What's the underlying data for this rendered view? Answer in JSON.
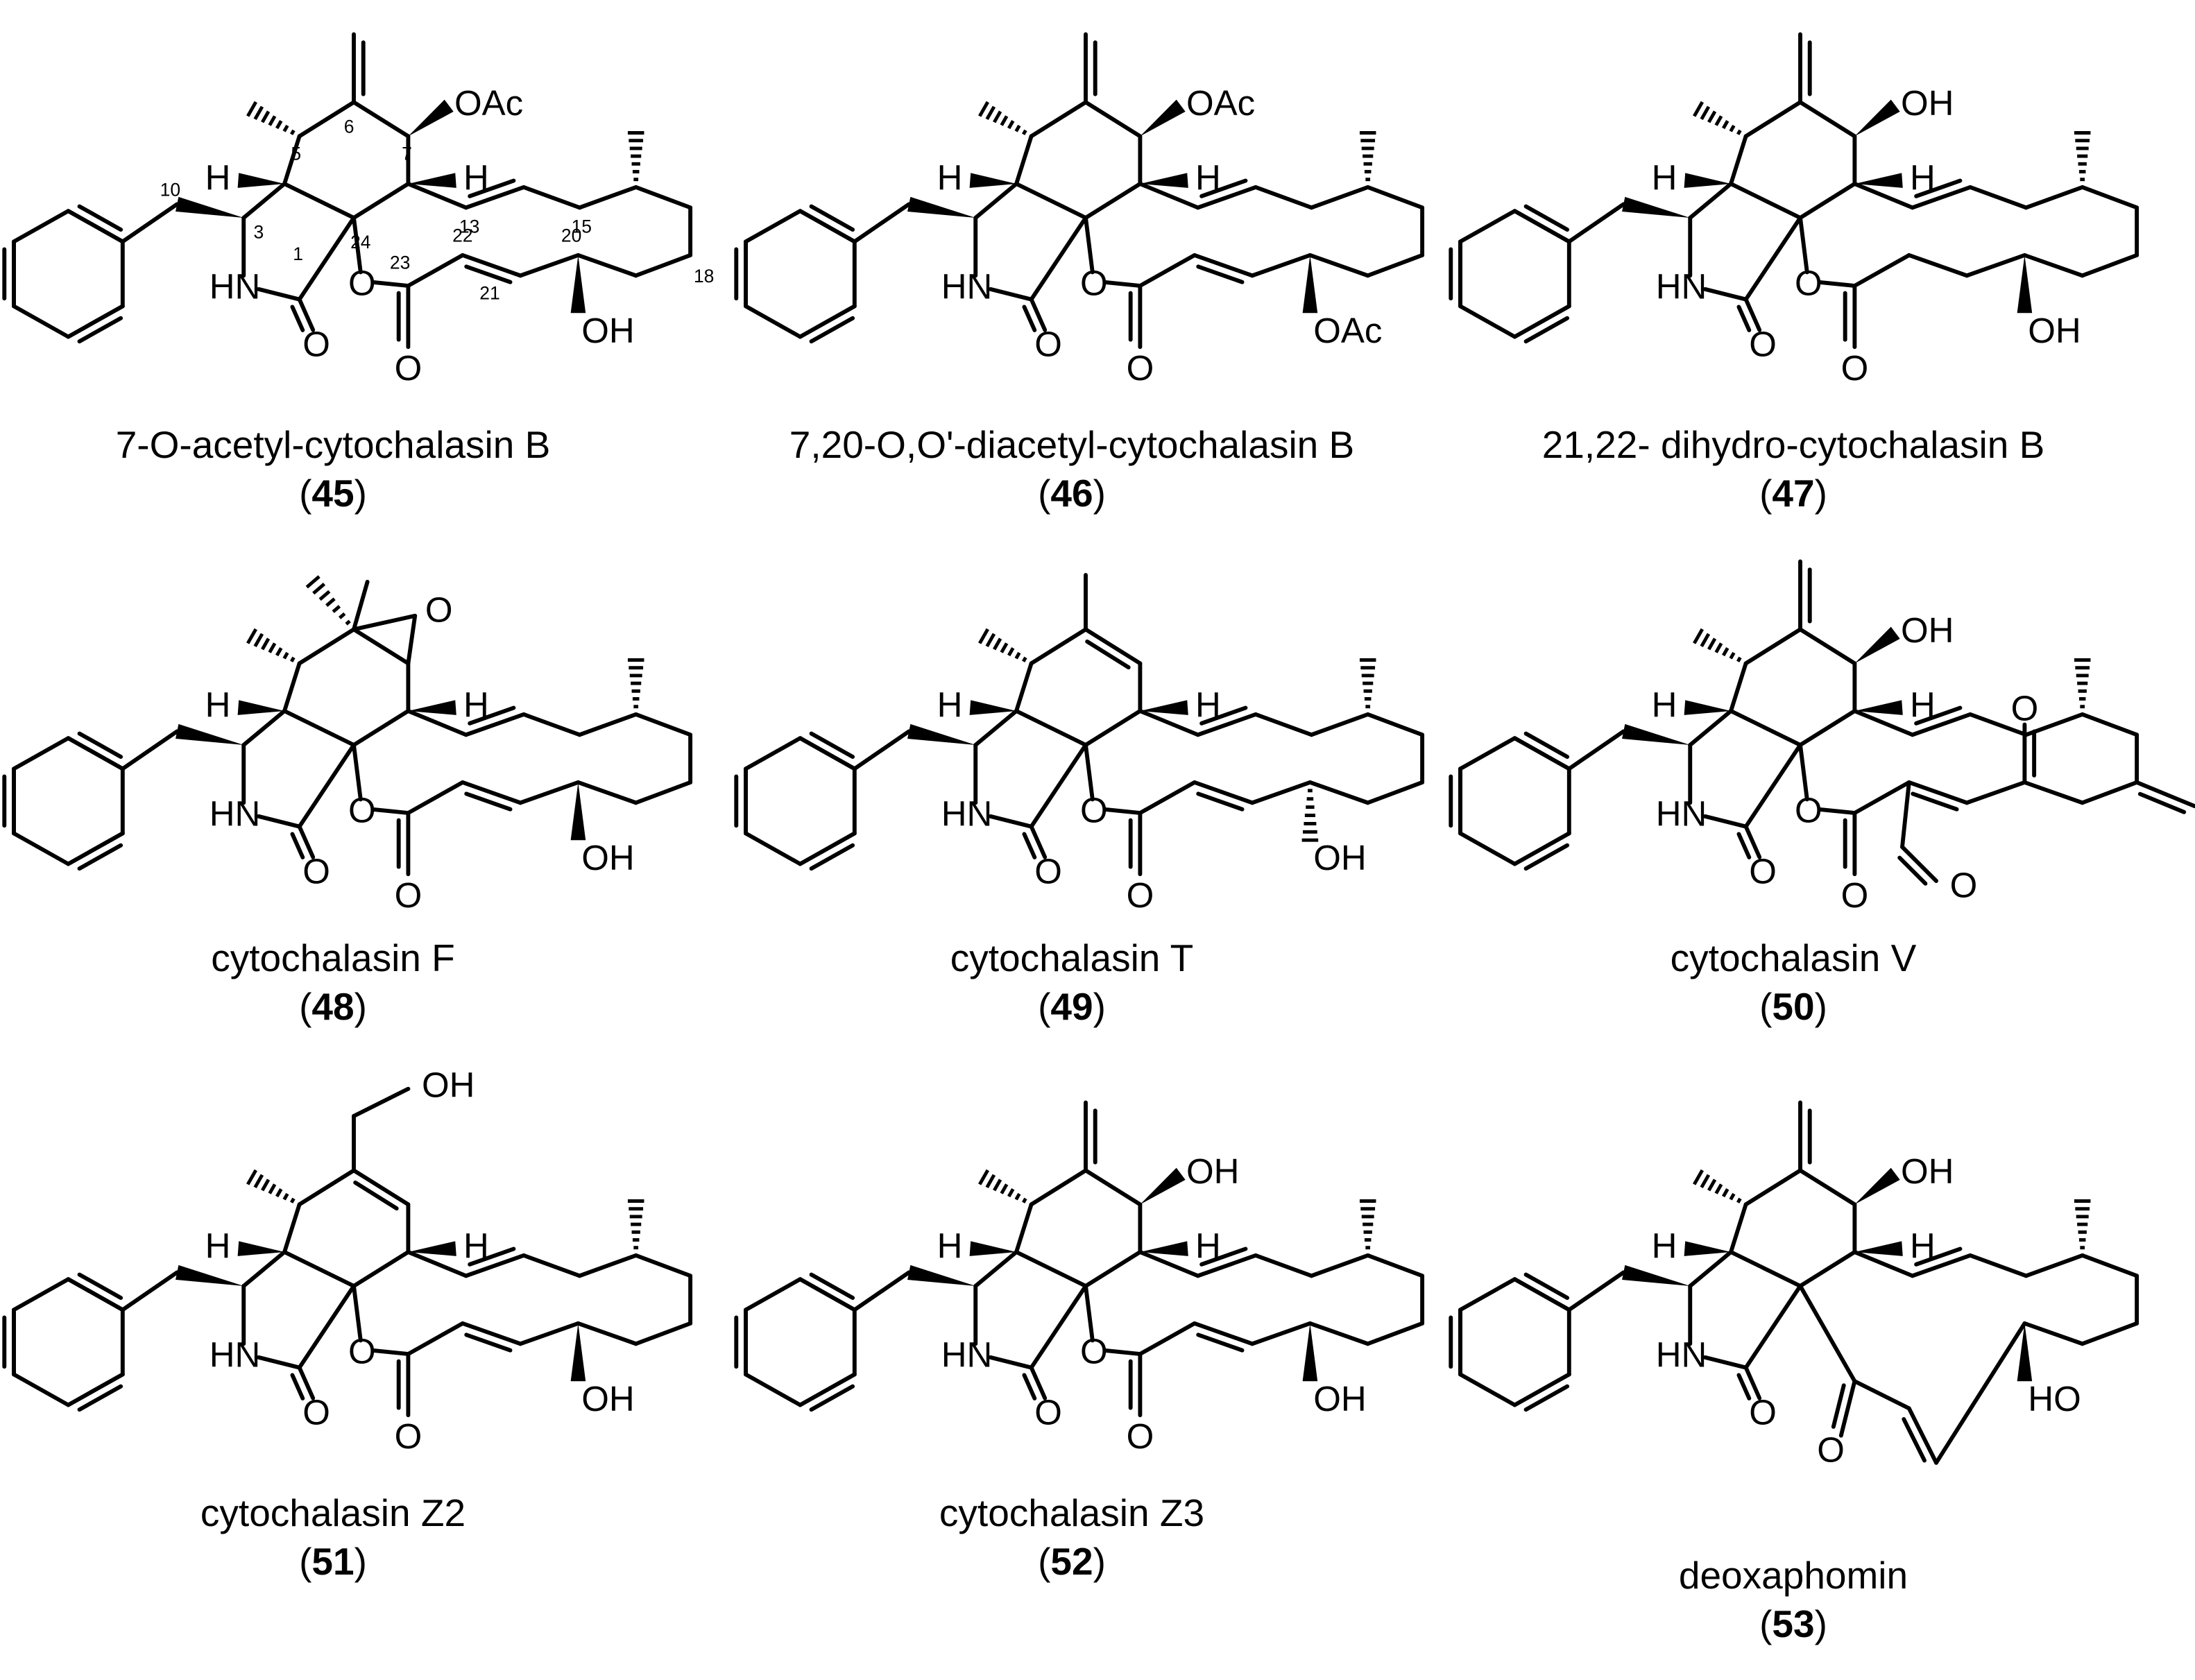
{
  "figure": {
    "compounds": [
      {
        "name": "7-O-acetyl-cytochalasin B",
        "number": "45",
        "variant": "acB",
        "labels": {
          "o7": "OAc",
          "o20": "OH"
        },
        "locants": [
          "1",
          "3",
          "5",
          "6",
          "7",
          "10",
          "13",
          "15",
          "18",
          "20",
          "21",
          "22",
          "23",
          "24"
        ]
      },
      {
        "name": "7,20-O,O'-diacetyl-cytochalasin B",
        "number": "46",
        "variant": "diacB",
        "labels": {
          "o7": "OAc",
          "o20": "OAc"
        }
      },
      {
        "name": "21,22- dihydro-cytochalasin B",
        "number": "47",
        "variant": "dihydroB",
        "labels": {
          "o7": "OH",
          "o20": "OH"
        }
      },
      {
        "name": "cytochalasin F",
        "number": "48",
        "variant": "F",
        "labels": {
          "o20": "OH"
        }
      },
      {
        "name": "cytochalasin T",
        "number": "49",
        "variant": "T",
        "labels": {
          "o20": "OH"
        }
      },
      {
        "name": "cytochalasin V",
        "number": "50",
        "variant": "V",
        "labels": {
          "o7": "OH"
        }
      },
      {
        "name": "cytochalasin Z2",
        "number": "51",
        "variant": "Z2",
        "labels": {
          "oh": "OH",
          "o20": "OH"
        }
      },
      {
        "name": "cytochalasin Z3",
        "number": "52",
        "variant": "Z3",
        "labels": {
          "o7": "OH",
          "o20": "OH"
        }
      },
      {
        "name": "deoxaphomin",
        "number": "53",
        "variant": "deox",
        "labels": {
          "o7": "OH",
          "o20": "HO"
        }
      }
    ],
    "atoms": {
      "H": "H",
      "NH": "HN",
      "O": "O"
    }
  }
}
